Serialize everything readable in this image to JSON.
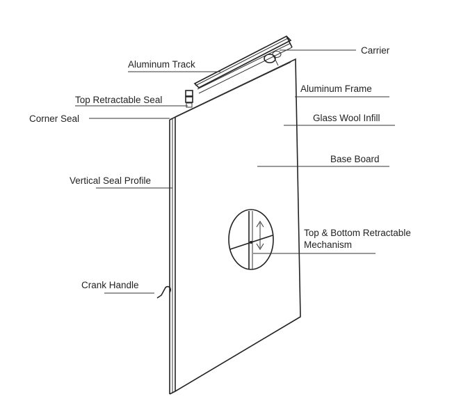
{
  "labels": {
    "aluminum_track": "Aluminum Track",
    "carrier": "Carrier",
    "top_retractable_seal": "Top Retractable Seal",
    "aluminum_frame": "Aluminum Frame",
    "corner_seal": "Corner Seal",
    "glass_wool_infill": "Glass Wool Infill",
    "base_board": "Base Board",
    "vertical_seal_profile": "Vertical Seal Profile",
    "mechanism_line1": "Top & Bottom Retractable",
    "mechanism_line2": "Mechanism",
    "crank_handle": "Crank Handle"
  },
  "colors": {
    "line": "#333333",
    "text": "#222222",
    "background": "#ffffff"
  }
}
